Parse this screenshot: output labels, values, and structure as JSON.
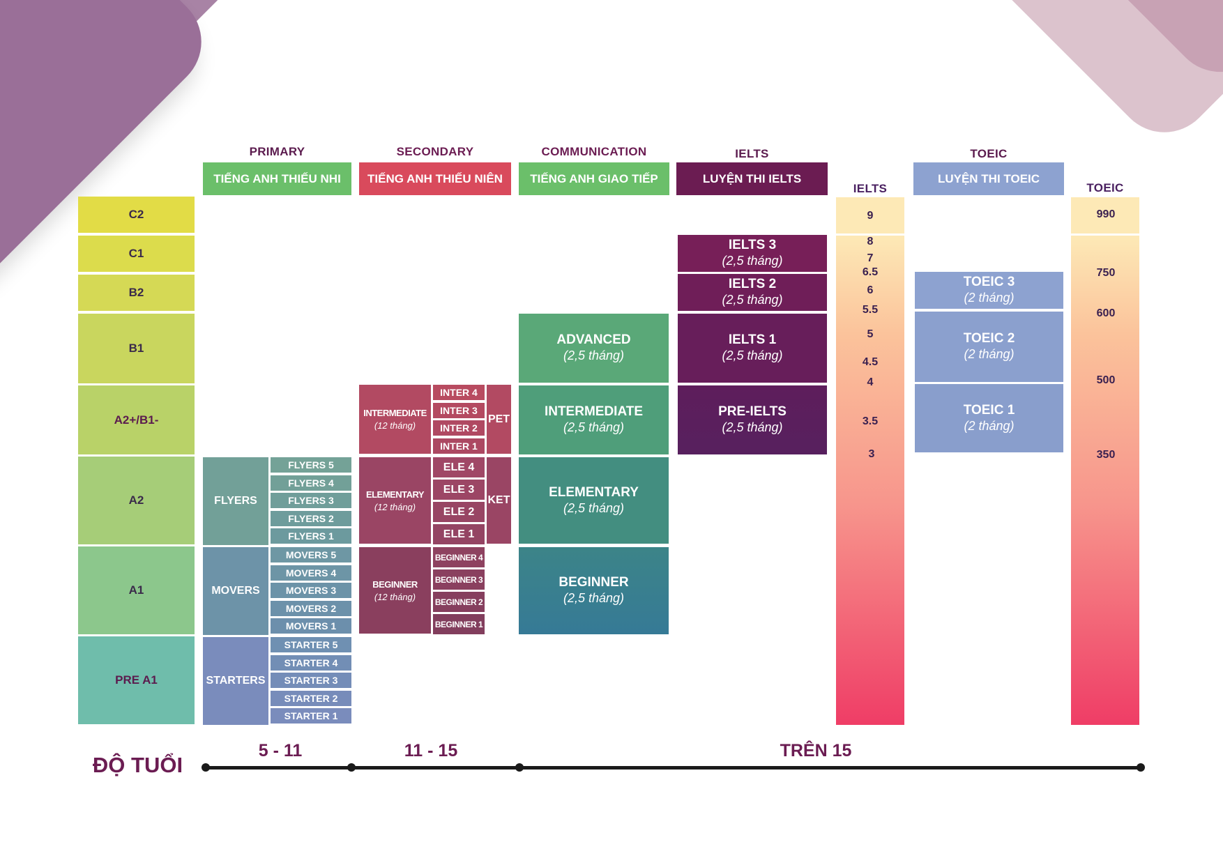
{
  "headers": {
    "primary": {
      "title": "PRIMARY",
      "box": "TIẾNG ANH THIẾU NHI"
    },
    "secondary": {
      "title": "SECONDARY",
      "box": "TIẾNG ANH THIẾU NIÊN"
    },
    "communication": {
      "title": "COMMUNICATION",
      "box": "TIẾNG ANH GIAO TIẾP"
    },
    "ielts": {
      "title": "IELTS",
      "box": "LUYỆN THI IELTS"
    },
    "toeic": {
      "title": "TOEIC",
      "box": "LUYỆN THI TOEIC"
    },
    "ielts_scale": "IELTS",
    "toeic_scale": "TOEIC"
  },
  "cefr": [
    "C2",
    "C1",
    "B2",
    "B1",
    "A2+/B1-",
    "A2",
    "A1",
    "PRE A1"
  ],
  "primary": {
    "flyers": {
      "name": "FLYERS",
      "levels": [
        "FLYERS 5",
        "FLYERS 4",
        "FLYERS 3",
        "FLYERS 2",
        "FLYERS 1"
      ]
    },
    "movers": {
      "name": "MOVERS",
      "levels": [
        "MOVERS 5",
        "MOVERS 4",
        "MOVERS 3",
        "MOVERS 2",
        "MOVERS 1"
      ]
    },
    "starters": {
      "name": "STARTERS",
      "levels": [
        "STARTER 5",
        "STARTER 4",
        "STARTER 3",
        "STARTER 2",
        "STARTER 1"
      ]
    }
  },
  "secondary": {
    "intermediate": {
      "name": "INTERMEDIATE",
      "duration": "(12 tháng)",
      "levels": [
        "INTER 4",
        "INTER 3",
        "INTER 2",
        "INTER 1"
      ],
      "exam": "PET"
    },
    "elementary": {
      "name": "ELEMENTARY",
      "duration": "(12 tháng)",
      "levels": [
        "ELE 4",
        "ELE 3",
        "ELE 2",
        "ELE 1"
      ],
      "exam": "KET"
    },
    "beginner": {
      "name": "BEGINNER",
      "duration": "(12 tháng)",
      "levels": [
        "BEGINNER 4",
        "BEGINNER 3",
        "BEGINNER 2",
        "BEGINNER 1"
      ]
    }
  },
  "communication": [
    {
      "name": "ADVANCED",
      "duration": "(2,5 tháng)"
    },
    {
      "name": "INTERMEDIATE",
      "duration": "(2,5 tháng)"
    },
    {
      "name": "ELEMENTARY",
      "duration": "(2,5 tháng)"
    },
    {
      "name": "BEGINNER",
      "duration": "(2,5 tháng)"
    }
  ],
  "ielts_courses": [
    {
      "name": "IELTS 3",
      "duration": "(2,5 tháng)"
    },
    {
      "name": "IELTS 2",
      "duration": "(2,5 tháng)"
    },
    {
      "name": "IELTS 1",
      "duration": "(2,5 tháng)"
    },
    {
      "name": "PRE-IELTS",
      "duration": "(2,5 tháng)"
    }
  ],
  "toeic_courses": [
    {
      "name": "TOEIC 3",
      "duration": "(2 tháng)"
    },
    {
      "name": "TOEIC 2",
      "duration": "(2 tháng)"
    },
    {
      "name": "TOEIC 1",
      "duration": "(2 tháng)"
    }
  ],
  "ielts_scores": [
    "9",
    "8",
    "7",
    "6.5",
    "6",
    "5.5",
    "5",
    "4.5",
    "4",
    "3.5",
    "3"
  ],
  "toeic_scores": [
    "990",
    "750",
    "600",
    "500",
    "350"
  ],
  "age": {
    "label": "ĐỘ TUỔI",
    "ranges": [
      "5 - 11",
      "11 - 15",
      "TRÊN 15"
    ]
  },
  "colors": {
    "ielts_dark": "#6b1c52",
    "toeic_blue": "#8da2d0",
    "green_header": "#6bbf6a",
    "red_header": "#d94a5c"
  }
}
